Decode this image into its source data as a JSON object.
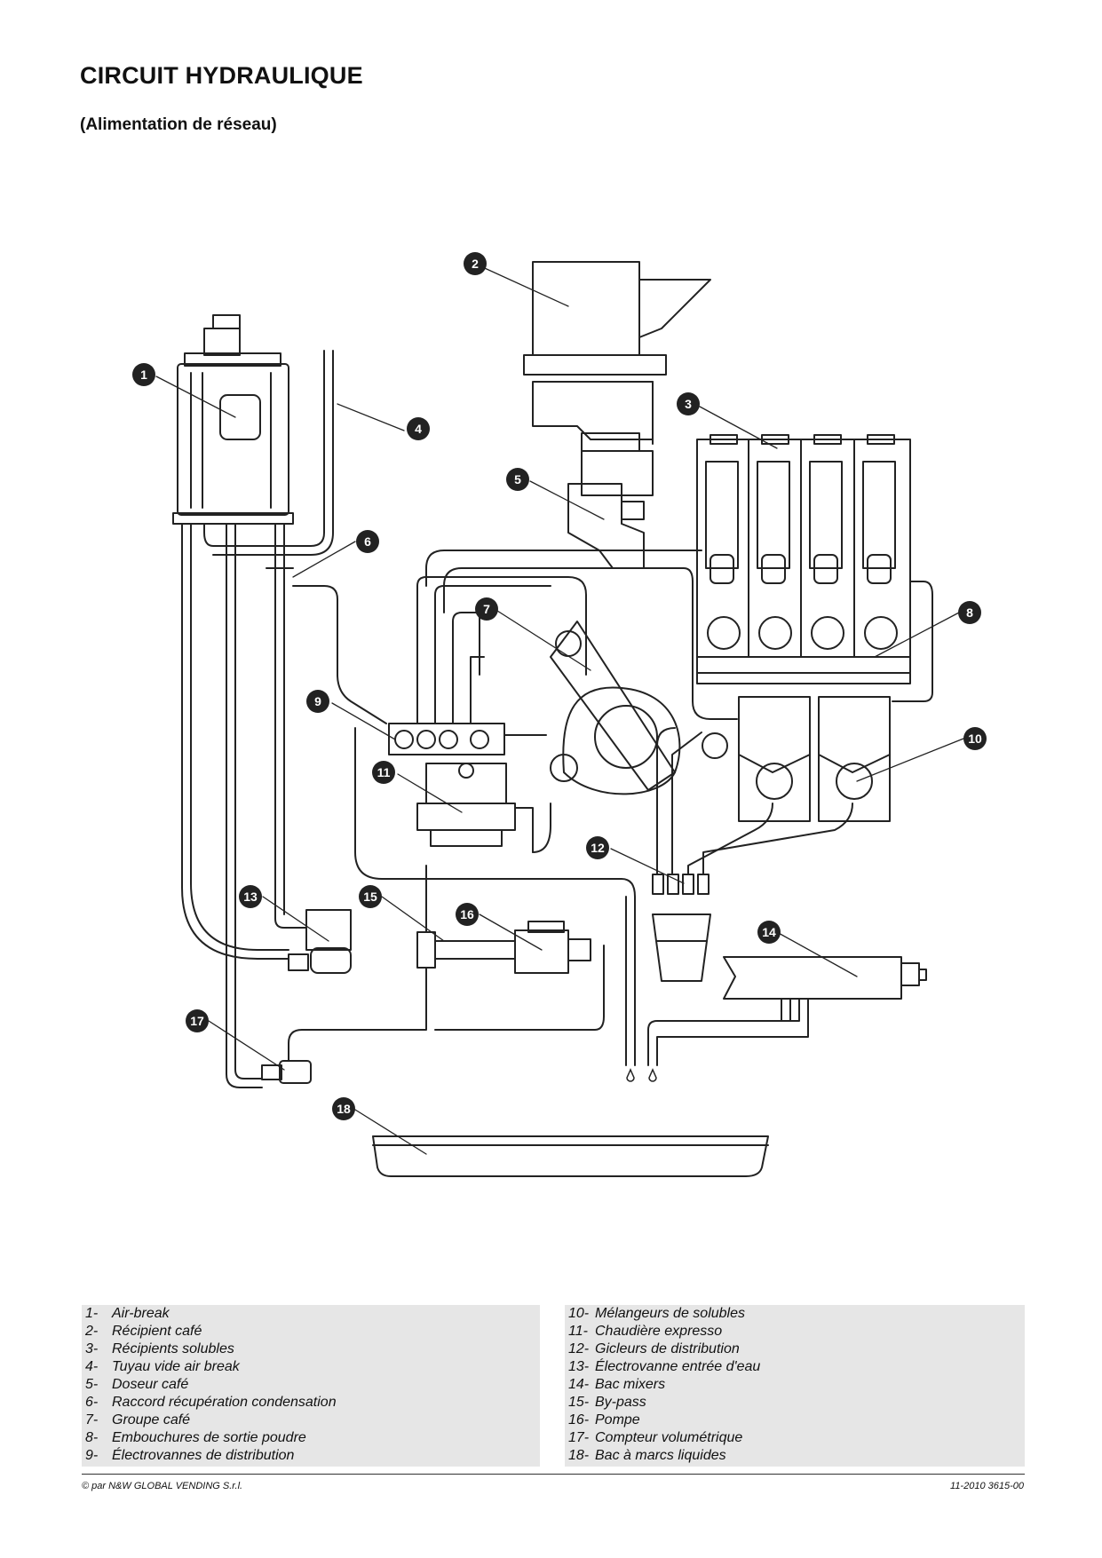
{
  "title": "CIRCUIT HYDRAULIQUE",
  "subtitle": "(Alimentation de réseau)",
  "callouts": [
    "1",
    "2",
    "3",
    "4",
    "5",
    "6",
    "7",
    "8",
    "9",
    "10",
    "11",
    "12",
    "13",
    "14",
    "15",
    "16",
    "17",
    "18"
  ],
  "legend": {
    "left": [
      {
        "num": "1-",
        "label": "Air-break"
      },
      {
        "num": "2-",
        "label": "Récipient café"
      },
      {
        "num": "3-",
        "label": "Récipients solubles"
      },
      {
        "num": "4-",
        "label": "Tuyau vide air break"
      },
      {
        "num": "5-",
        "label": "Doseur café"
      },
      {
        "num": "6-",
        "label": "Raccord récupération condensation"
      },
      {
        "num": "7-",
        "label": "Groupe café"
      },
      {
        "num": "8-",
        "label": "Embouchures de sortie poudre"
      },
      {
        "num": "9-",
        "label": "Électrovannes de distribution"
      }
    ],
    "right": [
      {
        "num": "10-",
        "label": "Mélangeurs de solubles"
      },
      {
        "num": "11-",
        "label": "Chaudière expresso"
      },
      {
        "num": "12-",
        "label": "Gicleurs de distribution"
      },
      {
        "num": "13-",
        "label": "Électrovanne entrée d'eau"
      },
      {
        "num": "14-",
        "label": "Bac mixers"
      },
      {
        "num": "15-",
        "label": "By-pass"
      },
      {
        "num": "16-",
        "label": "Pompe"
      },
      {
        "num": "17-",
        "label": "Compteur volumétrique"
      },
      {
        "num": "18-",
        "label": "Bac à marcs liquides"
      }
    ]
  },
  "footer": {
    "left": "© par N&W GLOBAL VENDING S.r.l.",
    "right": "11-2010 3615-00"
  }
}
